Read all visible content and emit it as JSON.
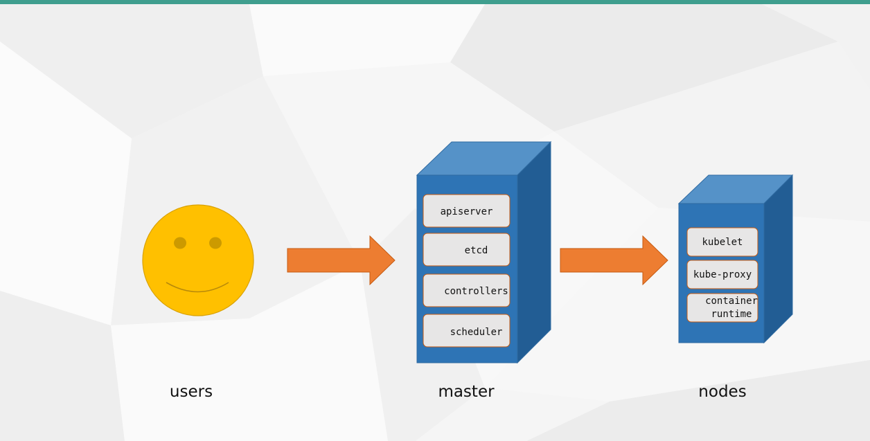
{
  "labels": {
    "users": "users",
    "master": "master",
    "nodes": "nodes"
  },
  "master": {
    "components": [
      "apiserver",
      "etcd",
      "controllers",
      "scheduler"
    ]
  },
  "node": {
    "components": [
      "kubelet",
      "kube-proxy",
      "container\nruntime"
    ]
  },
  "icons": {
    "user": "smiley-face-icon",
    "server": "server-box-icon",
    "arrow": "right-arrow-icon"
  },
  "colors": {
    "accent_bar": "#3f9e8e",
    "face": "#ffc000",
    "arrow": "#ed7d31",
    "server_front": "#2e74b5",
    "server_side": "#225d94",
    "server_top": "#5592c8",
    "component_box": "#e7e6e6",
    "component_border": "#c55a11"
  }
}
